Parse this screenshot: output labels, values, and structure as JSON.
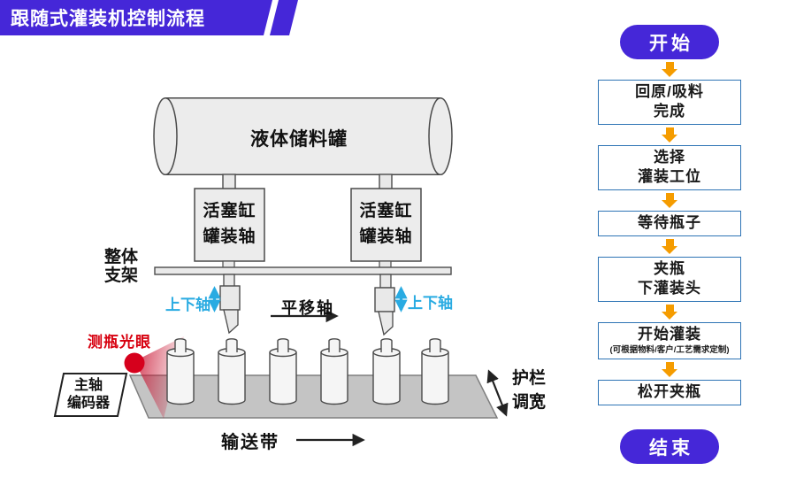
{
  "title": "跟随式灌装机控制流程",
  "colors": {
    "brand_purple": "#4527D8",
    "arrow_orange": "#F59C00",
    "axis_cyan": "#29ABE2",
    "alert_red": "#D7000F",
    "flow_box_border_blue": "#2E74B5"
  },
  "machine": {
    "tank_label": "液体储料罐",
    "piston_label": [
      "活塞缸",
      "罐装轴"
    ],
    "frame_label": [
      "整体",
      "支架"
    ],
    "updown_axis_label": "上下轴",
    "translate_axis_label": "平移轴",
    "photo_eye_label": "测瓶光眼",
    "encoder_label": [
      "主轴",
      "编码器"
    ],
    "conveyor_label": "输送带",
    "guardrail_label": [
      "护栏",
      "调宽"
    ],
    "bottles_count": 6
  },
  "flow": {
    "start": "开始",
    "end": "结束",
    "steps": [
      {
        "lines": [
          "回原/吸料",
          "完成"
        ]
      },
      {
        "lines": [
          "选择",
          "灌装工位"
        ]
      },
      {
        "lines": [
          "等待瓶子"
        ]
      },
      {
        "lines": [
          "夹瓶",
          "下灌装头"
        ]
      },
      {
        "lines": [
          "开始灌装"
        ],
        "note": "(可根据物料/客户/工艺需求定制)"
      },
      {
        "lines": [
          "松开夹瓶"
        ]
      }
    ]
  }
}
